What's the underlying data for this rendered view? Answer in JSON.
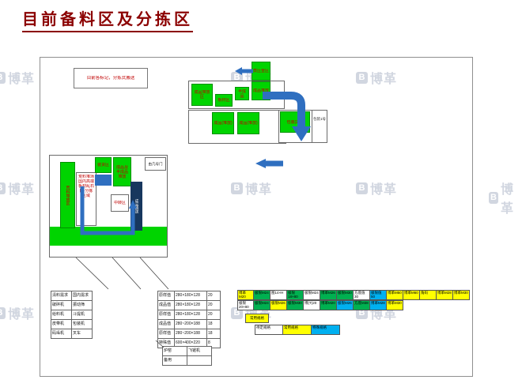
{
  "page": {
    "title": "目前备料区及分拣区"
  },
  "watermark": {
    "logo_letter": "B",
    "brand": "博革"
  },
  "note_box": {
    "text": "目前各标记，分拣式搬送"
  },
  "colors": {
    "green": "#00d400",
    "cell_green": "#00b050",
    "cyan": "#00b0f0",
    "yellow": "#ffff00",
    "navy": "#17375e",
    "arrow_blue": "#2f6fc0",
    "red_text": "#c00000",
    "title": "#8b0000"
  },
  "top_diagram": {
    "autoclave": "蒸压釜区",
    "stack": "成品堆放",
    "finished_area": "成品堆放区",
    "board_area": "板材区",
    "semi_area": "半成品",
    "stock1": "成品(堆放)",
    "stock2": "成品(堆放)",
    "pack2": "包装(2号)",
    "pack1": "包装1号"
  },
  "left_diagram": {
    "door": "由几号门",
    "load": "装货区",
    "stock": "成品及半成品堆放",
    "transfer": "中转区",
    "raw_bar": "荒料堆放区",
    "conveyor": "成品输送",
    "desc_lines": [
      "荒料堆场",
      "国内高端",
      "板材乱石",
      "区·分拣",
      "区域"
    ]
  },
  "tables": {
    "equipment": {
      "rows": [
        [
          "清料需求",
          "国内需求"
        ],
        [
          "破碎机",
          "振动筛"
        ],
        [
          "给料机",
          "斗提机"
        ],
        [
          "皮带机",
          "包装机"
        ],
        [
          "码垛机",
          "叉车"
        ]
      ]
    },
    "sizes": {
      "rows": [
        [
          "原样值",
          "280×180×128",
          "20"
        ],
        [
          "成品值",
          "280×180×128",
          "20"
        ],
        [
          "原样值",
          "280×180×128",
          "20"
        ],
        [
          "成品值",
          "280~200×188",
          "18"
        ],
        [
          "原样值",
          "280~200×188",
          "18"
        ],
        [
          "特殊值",
          "600×400×220",
          "8"
        ]
      ]
    },
    "furnace": {
      "rows": [
        [
          "炉窑",
          "飞锯机"
        ],
        [
          "备用",
          ""
        ]
      ]
    }
  },
  "spec_cells": {
    "row1": [
      {
        "label": "博革M20",
        "color": "#ffff00"
      },
      {
        "label": "极限M24",
        "color": "#00b050"
      },
      {
        "label": "图14×H",
        "color": "#ffffff"
      },
      {
        "label": "极限18×80",
        "color": "#00b050"
      },
      {
        "label": "极限M24",
        "color": "#ffffff"
      },
      {
        "label": "博革M26",
        "color": "#00b050"
      },
      {
        "label": "极限M30",
        "color": "#00b050"
      },
      {
        "label": "方底值30",
        "color": "#ffffff"
      },
      {
        "label": "极限值50",
        "color": "#00b0f0"
      },
      {
        "label": "博革M50",
        "color": "#ffff00"
      },
      {
        "label": "博革M60",
        "color": "#ffff00"
      },
      {
        "label": "角码",
        "color": "#ffff00"
      },
      {
        "label": "博革M28",
        "color": "#ffff00"
      },
      {
        "label": "博革M30",
        "color": "#ffff00"
      }
    ],
    "row2": [
      {
        "label": "极限20×80",
        "color": "#ffffff"
      },
      {
        "label": "极限M24",
        "color": "#00b050"
      },
      {
        "label": "极限M26",
        "color": "#ffff00"
      },
      {
        "label": "极限M30",
        "color": "#00b050"
      },
      {
        "label": "博(T)20",
        "color": "#ffffff"
      },
      {
        "label": "博革M20",
        "color": "#00b050"
      },
      {
        "label": "极限M26",
        "color": "#00b0f0"
      },
      {
        "label": "方底M38",
        "color": "#00b050"
      },
      {
        "label": "博革M28",
        "color": "#00b0f0"
      },
      {
        "label": "博革M30",
        "color": "#ffff00"
      }
    ],
    "legend_box": "常用规格",
    "row3": [
      {
        "label": "待定规格",
        "color": "#ffffff"
      },
      {
        "label": "常用规格",
        "color": "#ffff00"
      },
      {
        "label": "特殊规格",
        "color": "#00b0f0"
      }
    ]
  }
}
